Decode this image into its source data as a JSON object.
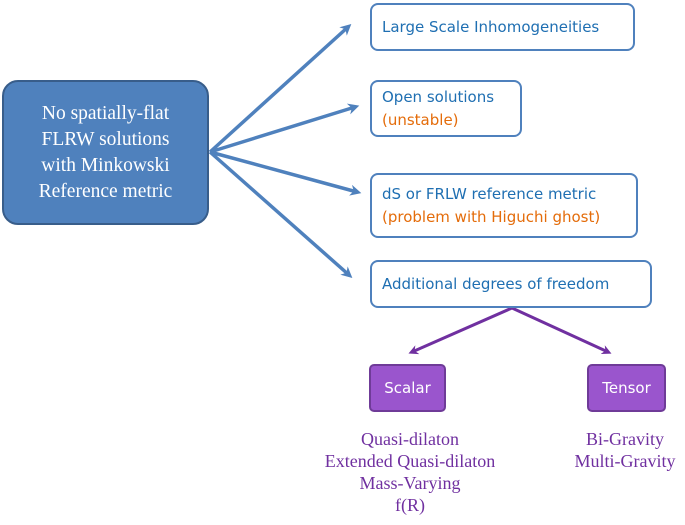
{
  "main_box": {
    "lines": [
      "No spatially-flat",
      "FLRW solutions",
      "with Minkowski",
      "Reference metric"
    ]
  },
  "options": [
    {
      "title": "Large Scale Inhomogeneities",
      "subtitle": ""
    },
    {
      "title": "Open solutions",
      "subtitle": "(unstable)"
    },
    {
      "title": "dS or FRLW reference metric",
      "subtitle": "(problem with Higuchi ghost)"
    },
    {
      "title": "Additional degrees of freedom",
      "subtitle": ""
    }
  ],
  "children": {
    "scalar": {
      "label": "Scalar",
      "items": [
        "Quasi-dilaton",
        "Extended Quasi-dilaton",
        "Mass-Varying",
        "f(R)"
      ]
    },
    "tensor": {
      "label": "Tensor",
      "items": [
        "Bi-Gravity",
        "Multi-Gravity"
      ]
    }
  },
  "colors": {
    "main_fill": "#4f81bd",
    "option_border": "#4f81bd",
    "option_text": "#1f6fb2",
    "option_note": "#e46c0a",
    "arrow_blue": "#4f81bd",
    "purple": "#7030a0",
    "purple_fill": "#9a55cd"
  }
}
